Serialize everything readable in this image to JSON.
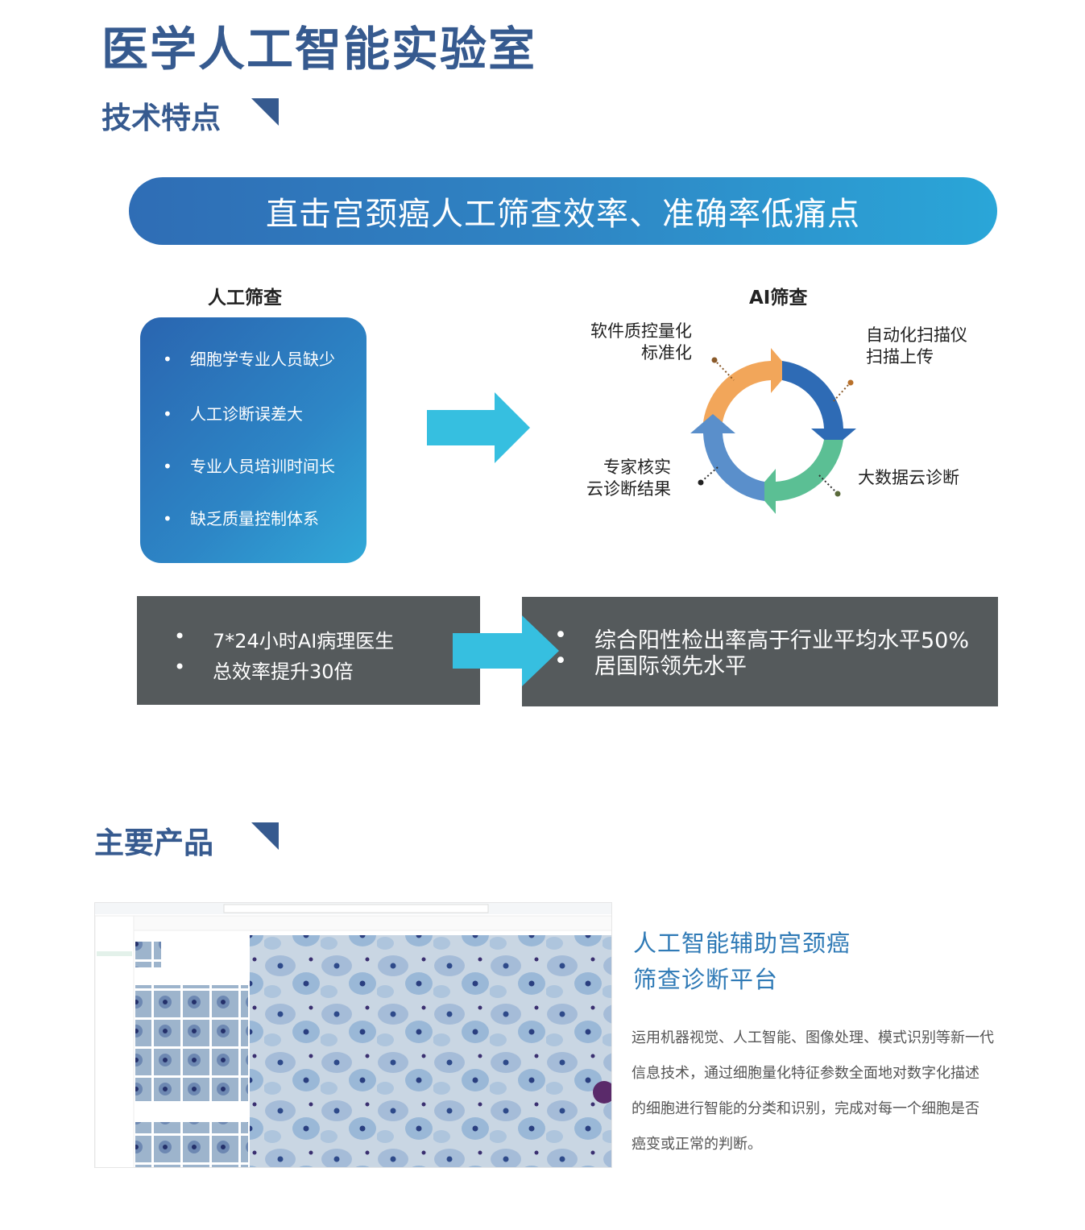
{
  "header": {
    "title": "医学人工智能实验室"
  },
  "section_tech": {
    "title": "技术特点"
  },
  "banner": {
    "text": "直击宫颈癌人工筛查效率、准确率低痛点"
  },
  "manual": {
    "label": "人工筛查",
    "items": [
      "细胞学专业人员缺少",
      "人工诊断误差大",
      "专业人员培训时间长",
      "缺乏质量控制体系"
    ]
  },
  "ai": {
    "label": "AI筛查",
    "cycle": {
      "top_left": [
        "软件质控量化",
        "标准化"
      ],
      "top_right": [
        "自动化扫描仪",
        "扫描上传"
      ],
      "bottom_right": [
        "大数据云诊断"
      ],
      "bottom_left": [
        "专家核实",
        "云诊断结果"
      ]
    },
    "colors": {
      "orange": "#f2a65a",
      "blue_dark": "#2e6bb5",
      "green": "#5bbf94",
      "blue_light": "#5a8fcb"
    }
  },
  "benefits_left": {
    "bullet": "•",
    "lines": [
      "7*24小时AI病理医生",
      "总效率提升30倍"
    ]
  },
  "benefits_right": {
    "bullet": "•",
    "lines": [
      "综合阳性检出率高于行业平均水平50%",
      "居国际领先水平"
    ]
  },
  "section_products": {
    "title": "主要产品"
  },
  "product": {
    "title_lines": [
      "人工智能辅助宫颈癌",
      "筛查诊断平台"
    ],
    "desc_lines": [
      "运用机器视觉、人工智能、图像处理、模式识别等新一代",
      "信息技术，通过细胞量化特征参数全面地对数字化描述",
      "的细胞进行智能的分类和识别，完成对每一个细胞是否",
      "癌变或正常的判断。"
    ]
  },
  "theme": {
    "title_color": "#365a8f",
    "arrow_color": "#36bfe0",
    "dark_box": "#555a5c"
  }
}
